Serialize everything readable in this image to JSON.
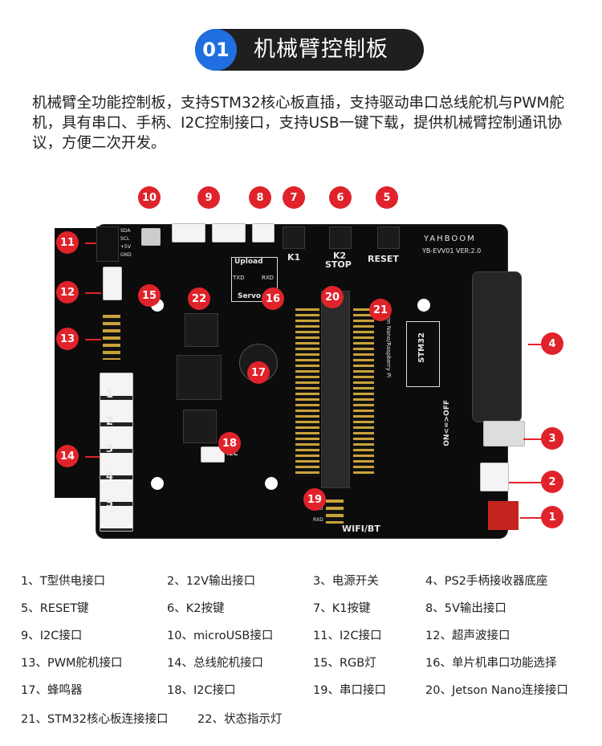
{
  "header": {
    "badge": "01",
    "title": "机械臂控制板"
  },
  "description": "机械臂全功能控制板，支持STM32核心板直插，支持驱动串口总线舵机与PWM舵机，具有串口、手柄、I2C控制接口，支持USB一键下载，提供机械臂控制通讯协议，方便二次开发。",
  "board": {
    "brand": "YAHBOOM",
    "version": "YB-EVV01 VER:2.0",
    "labels": {
      "k1": "K1",
      "k2": "K2",
      "stop": "STOP",
      "reset": "RESET",
      "upload": "Upload",
      "servo": "Servo",
      "txd": "TXD",
      "rxd": "RXD",
      "i2c": "I2C",
      "wifi": "WIFI/BT",
      "stm32": "STM32",
      "jetson": "Jetson Nano/Raspberry Pi",
      "on_off": "ON<=>OFF",
      "sda": "SDA",
      "scl": "SCL",
      "p5v": "+5V",
      "gnd": "GND",
      "s1": "1",
      "s2": "2",
      "s3": "3",
      "s4": "4",
      "s5": "5",
      "txd_pin": "TXD",
      "rxd_pin": "RXD"
    },
    "callouts": [
      "1",
      "2",
      "3",
      "4",
      "5",
      "6",
      "7",
      "8",
      "9",
      "10",
      "11",
      "12",
      "13",
      "14",
      "15",
      "16",
      "17",
      "18",
      "19",
      "20",
      "21",
      "22"
    ]
  },
  "legend": [
    "1、T型供电接口",
    "2、12V输出接口",
    "3、电源开关",
    "4、PS2手柄接收器底座",
    "5、RESET键",
    "6、K2按键",
    "7、K1按键",
    "8、5V输出接口",
    "9、I2C接口",
    "10、microUSB接口",
    "11、I2C接口",
    "12、超声波接口",
    "13、PWM舵机接口",
    "14、总线舵机接口",
    "15、RGB灯",
    "16、单片机串口功能选择",
    "17、蜂鸣器",
    "18、I2C接口",
    "19、串口接口",
    "20、Jetson Nano连接接口",
    "21、STM32核心板连接接口",
    "22、状态指示灯"
  ],
  "colors": {
    "accent_blue": "#1f6fe0",
    "callout_red": "#e0232b",
    "pcb_black": "#0c0c0c",
    "header_dark": "#1f1f1f"
  }
}
